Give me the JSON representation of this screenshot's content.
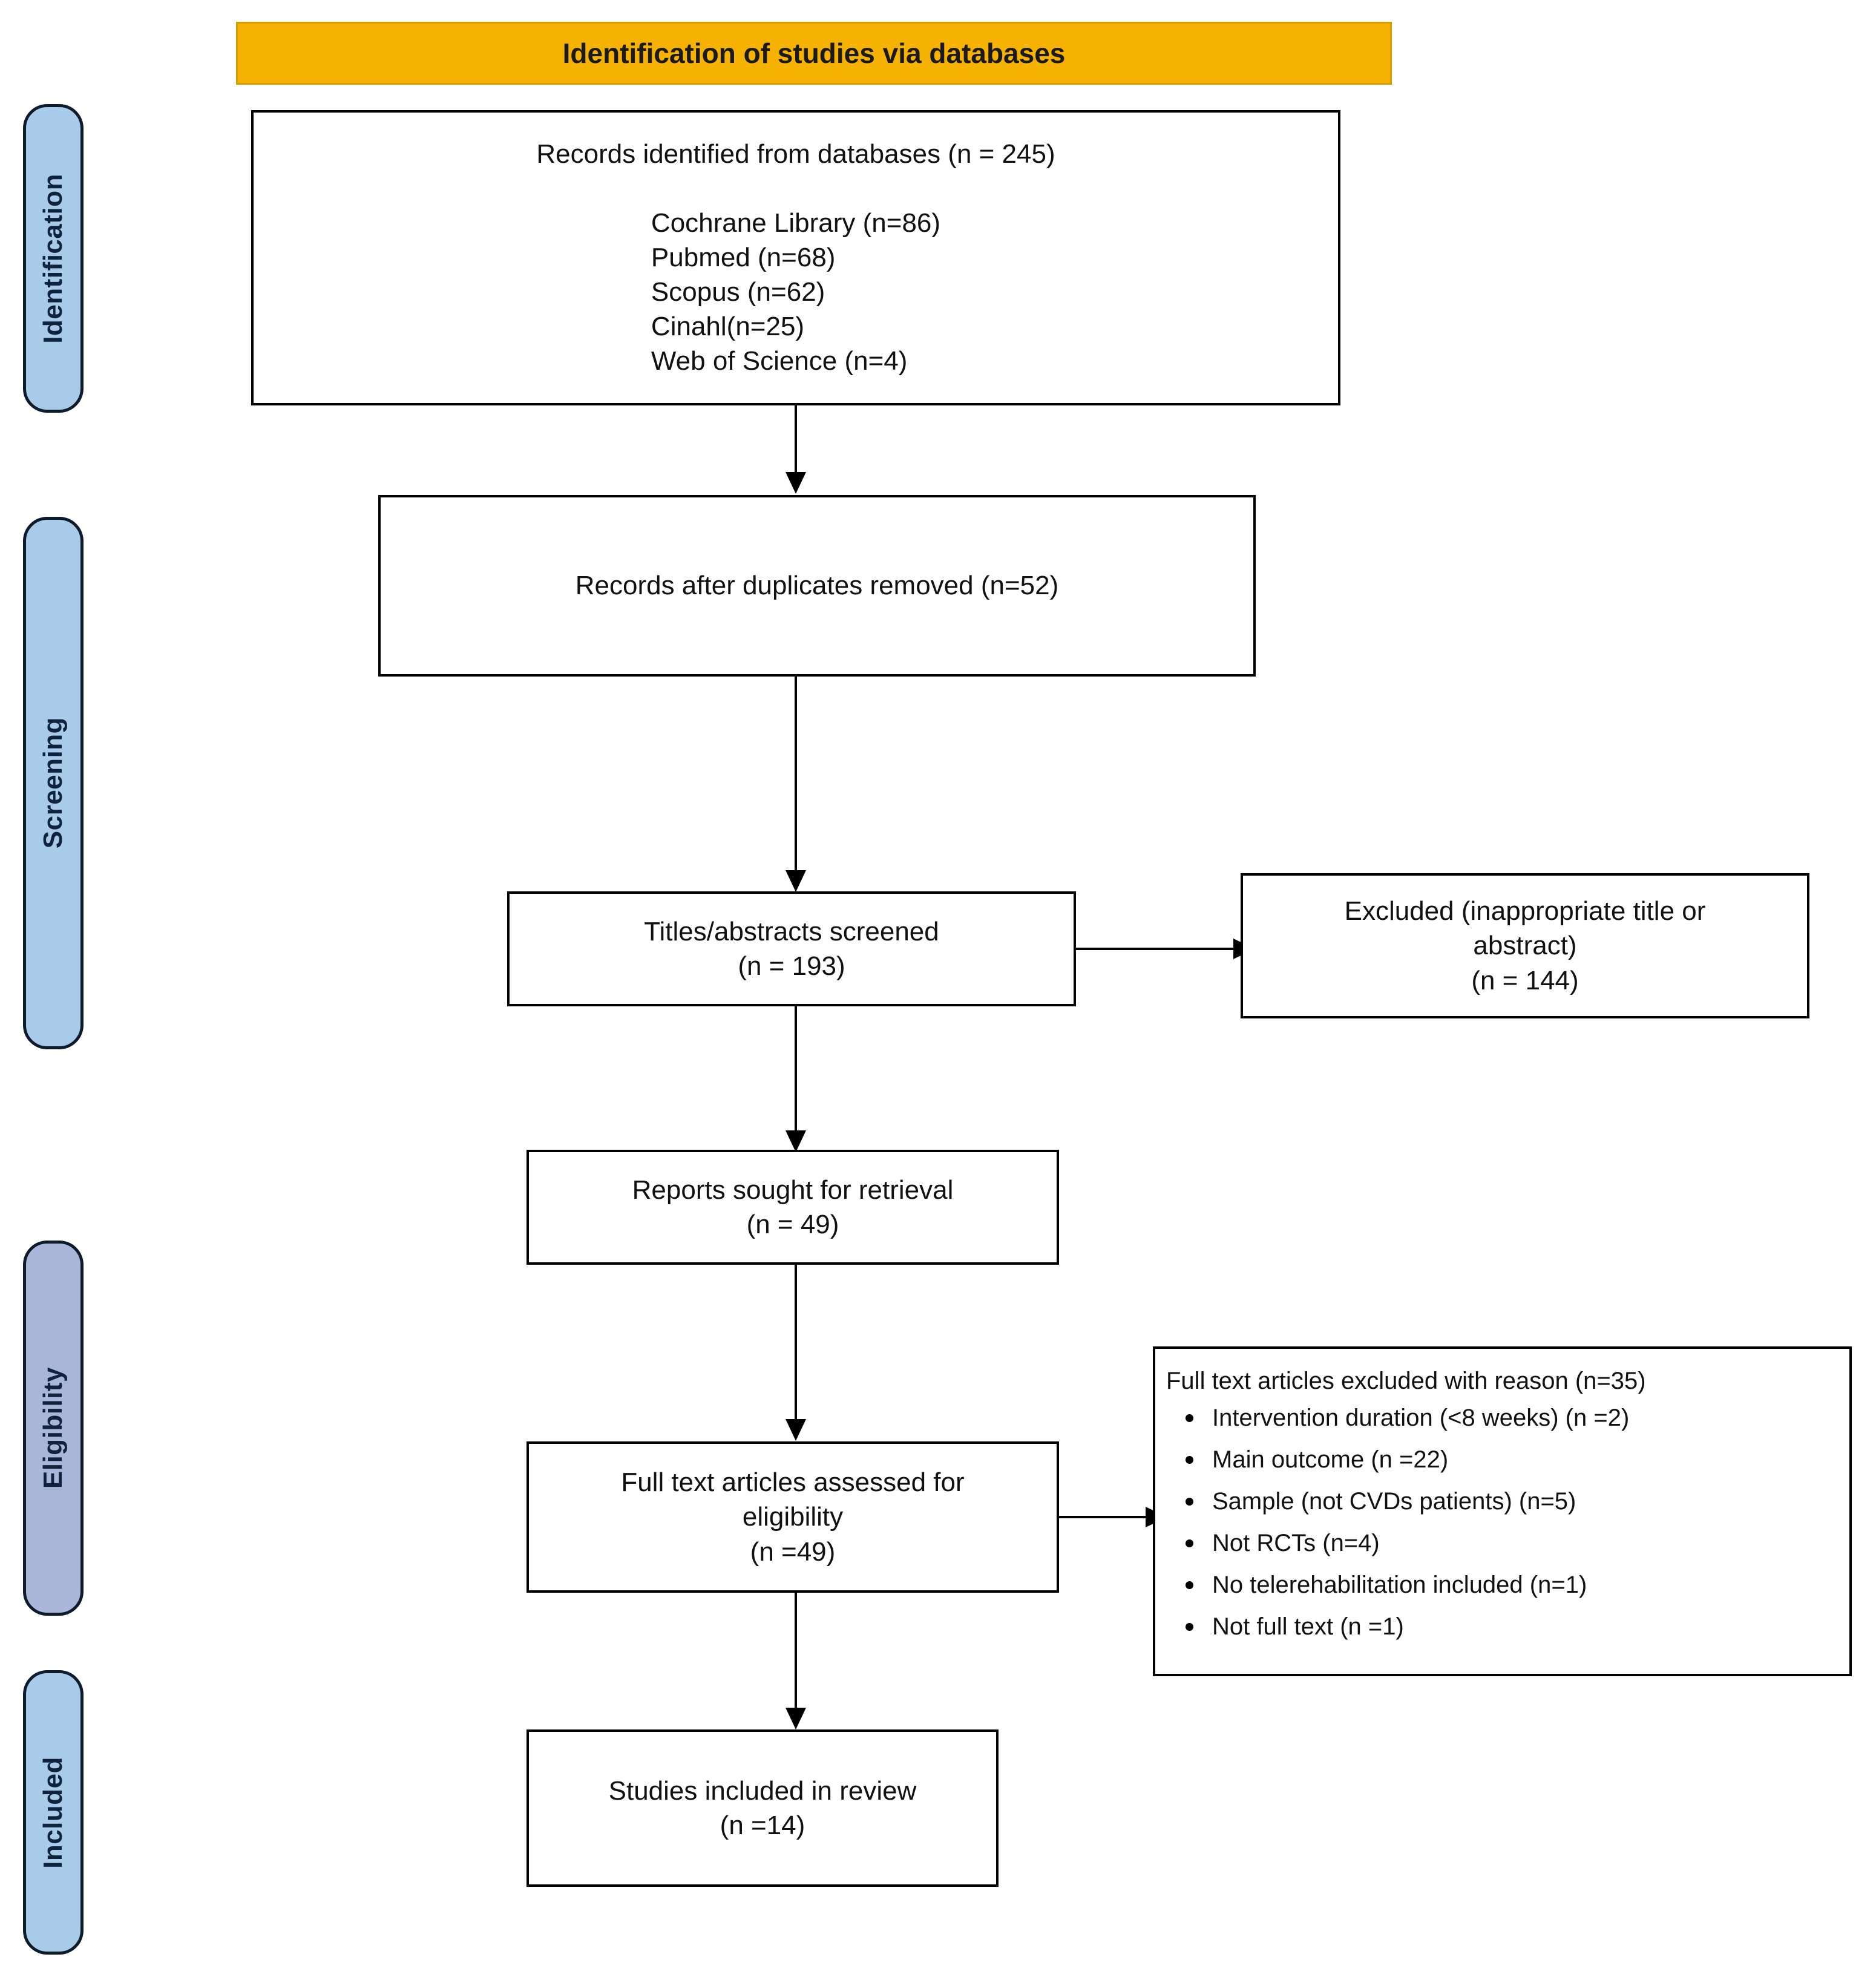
{
  "banner": {
    "title": "Identification of studies via databases"
  },
  "stages": [
    {
      "name": "identification",
      "label": "Identification"
    },
    {
      "name": "screening",
      "label": "Screening"
    },
    {
      "name": "eligibility",
      "label": "Eligibility"
    },
    {
      "name": "included",
      "label": "Included"
    }
  ],
  "colors": {
    "banner_fill": "#f5b202",
    "pill_fill_blue": "#a8cbea",
    "pill_fill_slate": "#a9b6da",
    "border": "#000000",
    "pill_border": "#0d1b2a"
  },
  "boxes": {
    "identified": {
      "heading": "Records identified from databases (n = 245)",
      "sources": [
        "Cochrane Library (n=86)",
        "Pubmed (n=68)",
        "Scopus (n=62)",
        "Cinahl(n=25)",
        "Web of Science (n=4)"
      ]
    },
    "duplicates_removed": {
      "text": "Records after duplicates removed (n=52)"
    },
    "screened": {
      "line1": "Titles/abstracts screened",
      "line2": "(n = 193)"
    },
    "excluded_screening": {
      "line1": "Excluded (inappropriate title or",
      "line2": "abstract)",
      "line3": "(n = 144)"
    },
    "sought": {
      "line1": "Reports sought for retrieval",
      "line2": "(n = 49)"
    },
    "assessed": {
      "line1": "Full text articles assessed for",
      "line2": "eligibility",
      "line3": "(n =49)"
    },
    "excluded_fulltext": {
      "title": "Full text articles excluded with reason (n=35)",
      "reasons": [
        "Intervention duration (<8 weeks) (n =2)",
        "Main outcome (n =22)",
        "Sample  (not CVDs patients) (n=5)",
        "Not RCTs (n=4)",
        "No telerehabilitation included (n=1)",
        "Not full text (n =1)"
      ]
    },
    "included": {
      "line1": "Studies included in review",
      "line2": "(n =14)"
    }
  },
  "chart_data": {
    "type": "diagram",
    "title": "PRISMA flow diagram - Identification of studies via databases",
    "nodes": [
      {
        "id": "identified",
        "stage": "Identification",
        "label": "Records identified from databases",
        "n": 245
      },
      {
        "id": "cochrane",
        "stage": "Identification",
        "label": "Cochrane Library",
        "n": 86
      },
      {
        "id": "pubmed",
        "stage": "Identification",
        "label": "Pubmed",
        "n": 68
      },
      {
        "id": "scopus",
        "stage": "Identification",
        "label": "Scopus",
        "n": 62
      },
      {
        "id": "cinahl",
        "stage": "Identification",
        "label": "Cinahl",
        "n": 25
      },
      {
        "id": "wos",
        "stage": "Identification",
        "label": "Web of Science",
        "n": 4
      },
      {
        "id": "duplicates_removed",
        "stage": "Screening",
        "label": "Records after duplicates removed",
        "n": 52
      },
      {
        "id": "screened",
        "stage": "Screening",
        "label": "Titles/abstracts screened",
        "n": 193
      },
      {
        "id": "excluded_screening",
        "stage": "Screening",
        "label": "Excluded (inappropriate title or abstract)",
        "n": 144
      },
      {
        "id": "sought",
        "stage": "Eligibility",
        "label": "Reports sought for retrieval",
        "n": 49
      },
      {
        "id": "assessed",
        "stage": "Eligibility",
        "label": "Full text articles assessed for eligibility",
        "n": 49
      },
      {
        "id": "excluded_fulltext",
        "stage": "Eligibility",
        "label": "Full text articles excluded with reason",
        "n": 35
      },
      {
        "id": "included",
        "stage": "Included",
        "label": "Studies included in review",
        "n": 14
      }
    ],
    "exclusion_breakdown": [
      {
        "reason": "Intervention duration (<8 weeks)",
        "n": 2
      },
      {
        "reason": "Main outcome",
        "n": 22
      },
      {
        "reason": "Sample (not CVDs patients)",
        "n": 5
      },
      {
        "reason": "Not RCTs",
        "n": 4
      },
      {
        "reason": "No telerehabilitation included",
        "n": 1
      },
      {
        "reason": "Not full text",
        "n": 1
      }
    ],
    "edges": [
      {
        "from": "identified",
        "to": "duplicates_removed"
      },
      {
        "from": "duplicates_removed",
        "to": "screened"
      },
      {
        "from": "screened",
        "to": "excluded_screening"
      },
      {
        "from": "screened",
        "to": "sought"
      },
      {
        "from": "sought",
        "to": "assessed"
      },
      {
        "from": "assessed",
        "to": "excluded_fulltext"
      },
      {
        "from": "assessed",
        "to": "included"
      }
    ]
  }
}
